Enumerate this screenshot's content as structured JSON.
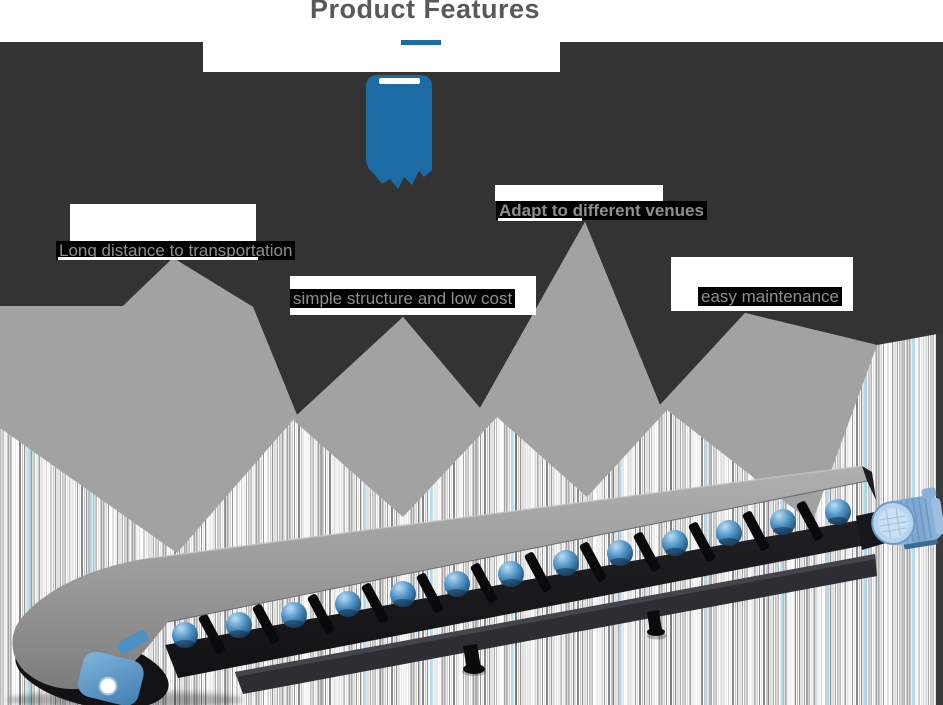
{
  "page": {
    "title": "Product Features"
  },
  "features": [
    {
      "label": "Long distance to transportation"
    },
    {
      "label": "simple structure and low cost"
    },
    {
      "label": "Adapt to different venues"
    },
    {
      "label": "easy maintenance"
    }
  ],
  "colors": {
    "dark_bg": "#333333",
    "mountain_gray": "#a2a2a2",
    "accent_blue": "#1c6ba4",
    "title_text": "#595959",
    "label_text": "#8f8f8f",
    "label_highlight": "#000000"
  }
}
